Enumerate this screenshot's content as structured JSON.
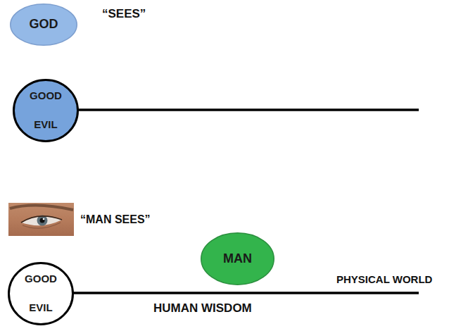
{
  "diagram": {
    "nodes": [
      {
        "text": [
          "GOD"
        ]
      },
      {
        "text": [
          "GOOD",
          "EVIL"
        ]
      },
      {
        "text": [
          "MAN"
        ]
      },
      {
        "text": [
          "GOOD",
          "EVIL"
        ]
      }
    ],
    "labels": [
      "“SEES”",
      "“MAN SEES”",
      "PHYSICAL WORLD",
      "HUMAN WISDOM"
    ]
  }
}
